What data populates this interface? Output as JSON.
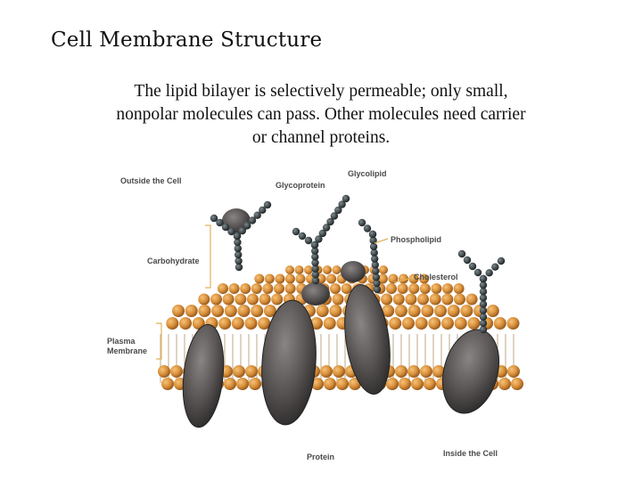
{
  "slide": {
    "title": "Cell Membrane Structure",
    "body_lines": [
      "The lipid bilayer is selectively permeable; only small,",
      "nonpolar molecules can pass.  Other molecules need carrier",
      "or channel proteins."
    ]
  },
  "diagram": {
    "labels": {
      "outside": "Outside the Cell",
      "glycoprotein": "Glycoprotein",
      "glycolipid": "Glycolipid",
      "phospholipid": "Phospholipid",
      "carbohydrate": "Carbohydrate",
      "cholesterol": "Cholesterol",
      "plasma": "Plasma",
      "membrane": "Membrane",
      "protein": "Protein",
      "inside": "Inside the Cell"
    },
    "colors": {
      "lipid_head": "#d9903a",
      "lipid_tail": "#c9b79a",
      "protein": "#4e4a4a",
      "carbohydrate": "#2e3436",
      "leader": "#e0b25a"
    }
  }
}
